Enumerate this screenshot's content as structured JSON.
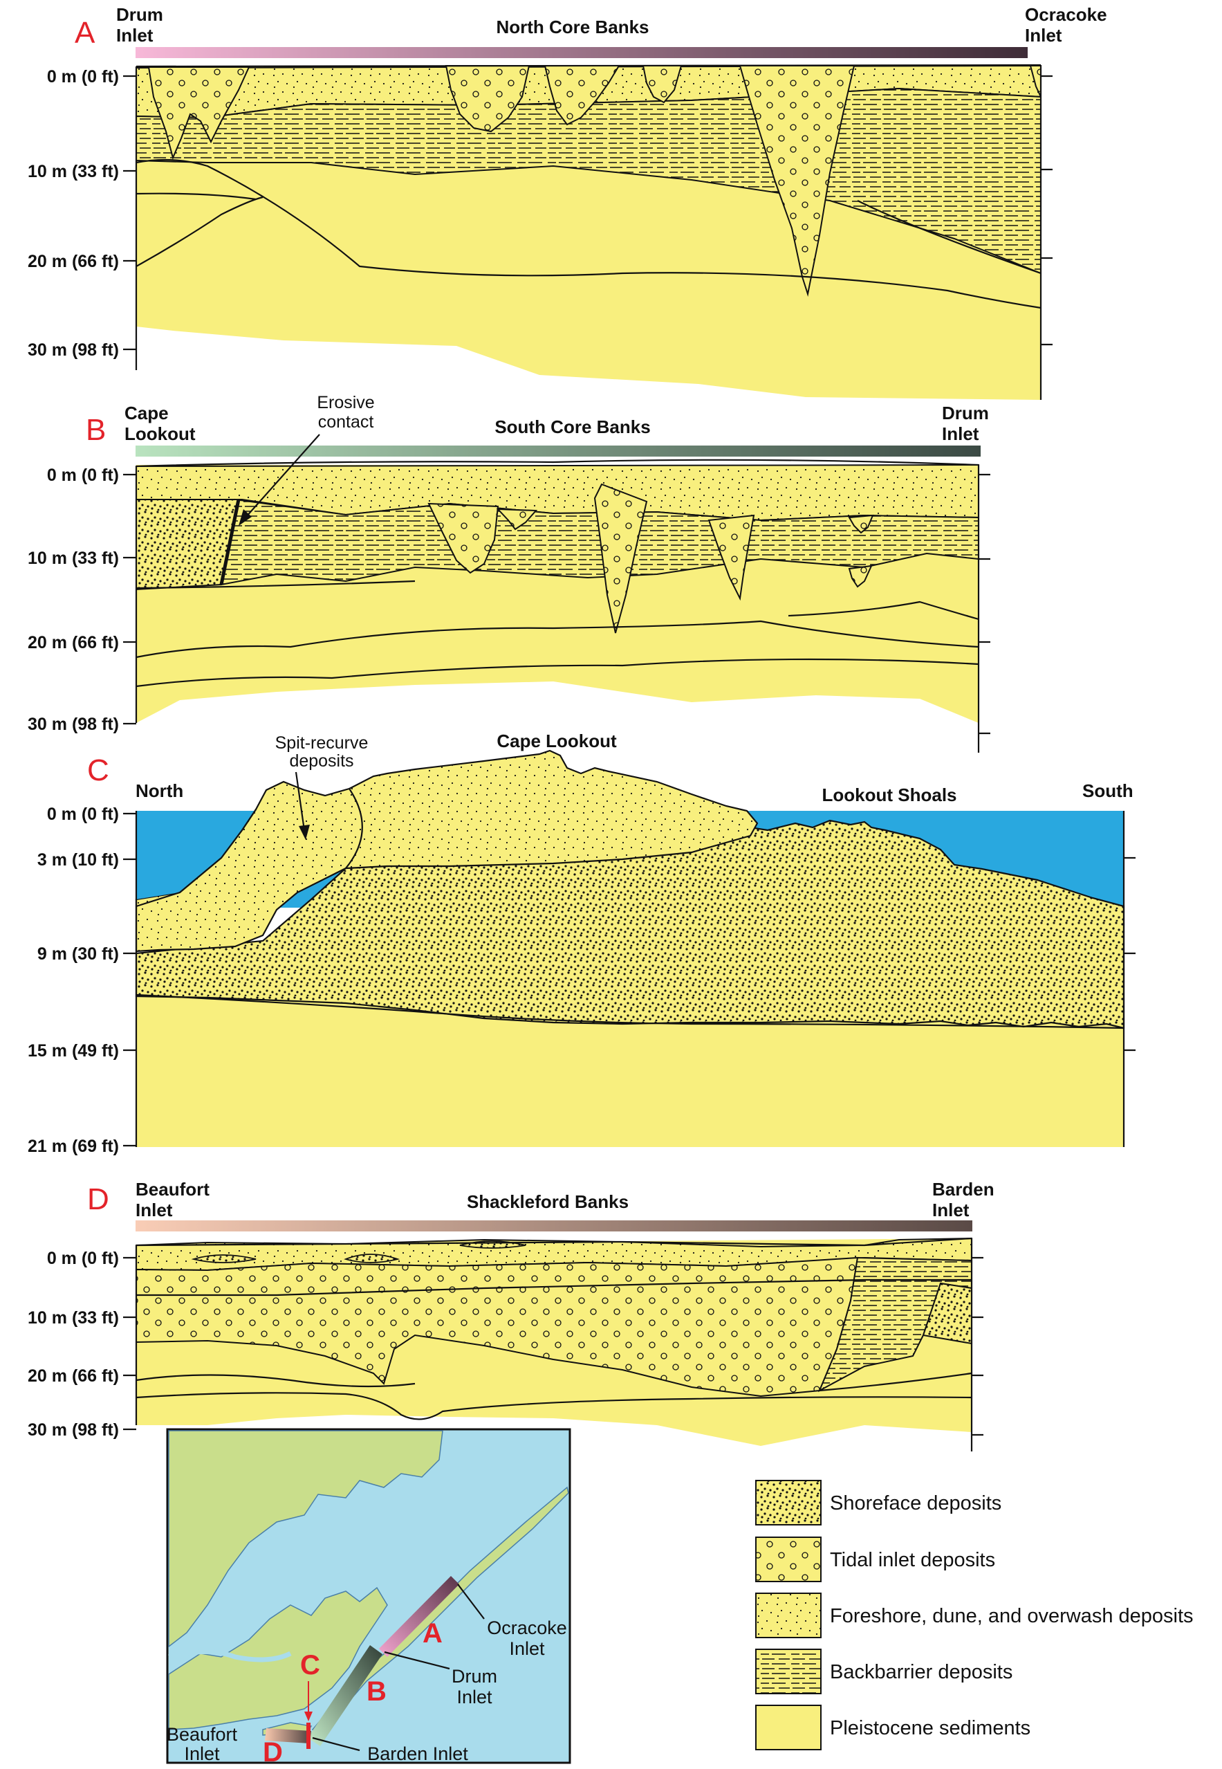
{
  "colors": {
    "sand": "#f8ef7e",
    "water": "#29a8df",
    "map_water": "#a9dcec",
    "map_land": "#c9de8b",
    "label_red": "#e3232a"
  },
  "panels": {
    "A": {
      "letter": "A",
      "left_label": [
        "Drum",
        "Inlet"
      ],
      "center_label": "North Core Banks",
      "right_label": [
        "Ocracoke",
        "Inlet"
      ],
      "y_ticks": [
        "0 m (0 ft)",
        "10 m (33 ft)",
        "20 m (66 ft)",
        "30 m (98 ft)"
      ]
    },
    "B": {
      "letter": "B",
      "left_label": [
        "Cape",
        "Lookout"
      ],
      "center_label": "South Core Banks",
      "right_label": [
        "Drum",
        "Inlet"
      ],
      "annotation": [
        "Erosive",
        "contact"
      ],
      "y_ticks": [
        "0 m (0 ft)",
        "10 m (33 ft)",
        "20 m (66 ft)",
        "30 m (98 ft)"
      ]
    },
    "C": {
      "letter": "C",
      "left_label": "North",
      "center_label": "Cape Lookout",
      "shoals_label": "Lookout Shoals",
      "right_label": "South",
      "annotation": [
        "Spit-recurve",
        "deposits"
      ],
      "y_ticks": [
        "0 m (0 ft)",
        "3 m (10 ft)",
        "9 m (30 ft)",
        "15 m (49 ft)",
        "21 m (69 ft)"
      ]
    },
    "D": {
      "letter": "D",
      "left_label": [
        "Beaufort",
        "Inlet"
      ],
      "center_label": "Shackleford Banks",
      "right_label": [
        "Barden",
        "Inlet"
      ],
      "y_ticks": [
        "0 m (0 ft)",
        "10 m (33 ft)",
        "20 m (66 ft)",
        "30 m (98 ft)"
      ]
    }
  },
  "map": {
    "letters": [
      "A",
      "B",
      "C",
      "D"
    ],
    "labels": {
      "ocracoke": [
        "Ocracoke",
        "Inlet"
      ],
      "drum": [
        "Drum",
        "Inlet"
      ],
      "beaufort": [
        "Beaufort",
        "Inlet"
      ],
      "barden": "Barden Inlet"
    }
  },
  "legend": [
    {
      "label": "Shoreface deposits",
      "pattern": "shoreface"
    },
    {
      "label": "Tidal inlet deposits",
      "pattern": "tidal"
    },
    {
      "label": "Foreshore, dune, and overwash deposits",
      "pattern": "foreshore"
    },
    {
      "label": "Backbarrier deposits",
      "pattern": "backbarrier"
    },
    {
      "label": "Pleistocene sediments",
      "pattern": "pleistocene"
    }
  ]
}
